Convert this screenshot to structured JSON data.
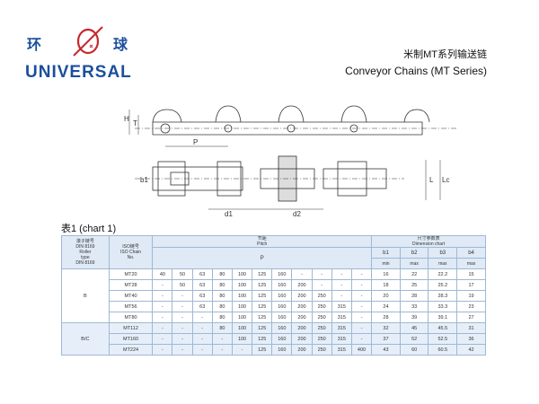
{
  "logo": {
    "cn_left": "环",
    "cn_right": "球",
    "en": "UNIVERSAL"
  },
  "title": {
    "cn": "米制MT系列输送链",
    "en": "Conveyor Chains (MT Series)"
  },
  "drawing_labels": {
    "H": "H",
    "T": "T",
    "P": "P",
    "b1": "b1",
    "d1": "d1",
    "d2": "d2",
    "L": "L",
    "Lc": "Lc"
  },
  "chart_caption": "表1 (chart 1)",
  "table": {
    "h_din_cn": "滚子链号",
    "h_din_1": "DIN 8169",
    "h_din_2": "Roller",
    "h_din_3": "type",
    "h_din_4": "DIN 8169",
    "h_iso_cn": "ISO链号",
    "h_iso_1": "ISO Chain",
    "h_iso_2": "No.",
    "h_pitch_cn": "节距",
    "h_pitch_en": "Pitch",
    "h_p": "P",
    "h_dim_cn": "尺寸参数表",
    "h_dim_en": "Dimension chart",
    "h_b1": "b1",
    "h_b1u": "min",
    "h_b2": "b2",
    "h_b2u": "max",
    "h_b3": "b3",
    "h_b3u": "max",
    "h_b4": "b4",
    "h_b4u": "max",
    "groups": [
      {
        "type": "B",
        "rows": [
          {
            "iso": "MT20",
            "pitch": [
              "40",
              "50",
              "63",
              "80",
              "100",
              "125",
              "160",
              "-",
              "-",
              "-",
              "-"
            ],
            "dims": [
              "16",
              "22",
              "22.2",
              "15"
            ]
          },
          {
            "iso": "MT28",
            "pitch": [
              "-",
              "50",
              "63",
              "80",
              "100",
              "125",
              "160",
              "200",
              "-",
              "-",
              "-"
            ],
            "dims": [
              "18",
              "25",
              "25.2",
              "17"
            ]
          },
          {
            "iso": "MT40",
            "pitch": [
              "-",
              "-",
              "63",
              "80",
              "100",
              "125",
              "160",
              "200",
              "250",
              "-",
              "-"
            ],
            "dims": [
              "20",
              "28",
              "28.3",
              "19"
            ]
          },
          {
            "iso": "MT56",
            "pitch": [
              "-",
              "-",
              "63",
              "80",
              "100",
              "125",
              "160",
              "200",
              "250",
              "315",
              "-"
            ],
            "dims": [
              "24",
              "33",
              "33.3",
              "23"
            ]
          },
          {
            "iso": "MT80",
            "pitch": [
              "-",
              "-",
              "-",
              "80",
              "100",
              "125",
              "160",
              "200",
              "250",
              "315",
              "-"
            ],
            "dims": [
              "28",
              "39",
              "39.1",
              "27"
            ]
          }
        ]
      },
      {
        "type": "B/C",
        "rows": [
          {
            "iso": "MT112",
            "pitch": [
              "-",
              "-",
              "-",
              "80",
              "100",
              "125",
              "160",
              "200",
              "250",
              "315",
              "-"
            ],
            "dims": [
              "32",
              "45",
              "45.5",
              "31"
            ]
          },
          {
            "iso": "MT160",
            "pitch": [
              "-",
              "-",
              "-",
              "-",
              "100",
              "125",
              "160",
              "200",
              "250",
              "315",
              "-"
            ],
            "dims": [
              "37",
              "52",
              "52.5",
              "36"
            ]
          },
          {
            "iso": "MT224",
            "pitch": [
              "-",
              "-",
              "-",
              "-",
              "-",
              "125",
              "160",
              "200",
              "250",
              "315",
              "400"
            ],
            "dims": [
              "43",
              "60",
              "60.5",
              "42"
            ]
          }
        ]
      }
    ]
  }
}
